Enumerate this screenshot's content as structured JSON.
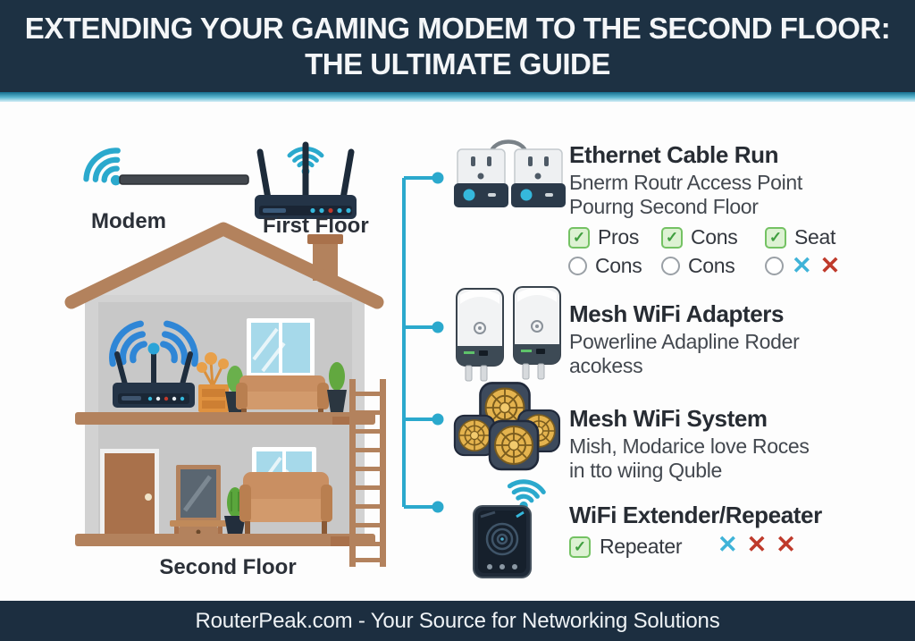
{
  "header": {
    "title_line1": "EXTENDING YOUR GAMING MODEM TO THE SECOND FLOOR:",
    "title_line2": "THE ULTIMATE GUIDE"
  },
  "diagram": {
    "modem_label": "Modem",
    "first_floor_label": "First Floor",
    "second_floor_label": "Second Floor"
  },
  "options": [
    {
      "title": "Ethernet Cable Run",
      "desc_line1": "Бnerm Routr Access Point",
      "desc_line2": "Pourng Second Floor",
      "row1": [
        "Pros",
        "Cons",
        "Seat"
      ],
      "row2": [
        "Cons",
        "Cons"
      ]
    },
    {
      "title": "Mesh WiFi Adapters",
      "desc_line1": "Powerline Adapline Roder",
      "desc_line2": "acokess"
    },
    {
      "title": "Mesh WiFi System",
      "desc_line1": "Mish, Modarice love Roces",
      "desc_line2": "in tto wiing Quble"
    },
    {
      "title": "WiFi Extender/Repeater",
      "repeater_label": "Repeater"
    }
  ],
  "footer": {
    "text": "RouterPeak.com - Your Source for Networking Solutions"
  },
  "colors": {
    "header_bg": "#1d3143",
    "footer_bg": "#1c2e40",
    "accent_teal": "#2ba9cd",
    "check_green": "#4caf50",
    "x_blue": "#3fb3d8",
    "x_red": "#bf3a2b",
    "roof_brown": "#b3825d",
    "device_navy": "#243447",
    "mesh_gold": "#e4b34e"
  }
}
